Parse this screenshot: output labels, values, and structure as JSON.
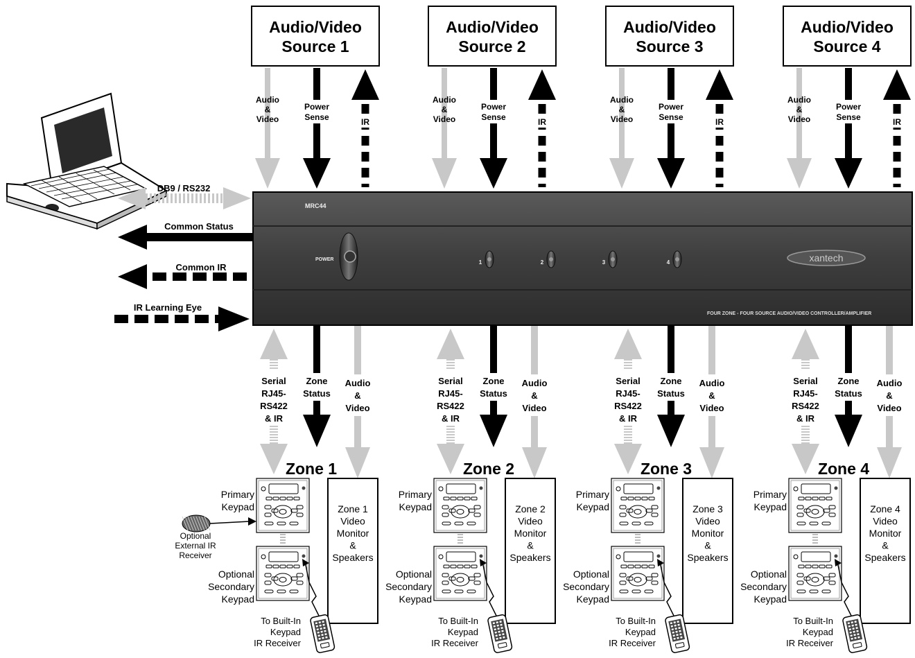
{
  "sources": [
    {
      "line1": "Audio/Video",
      "line2": "Source 1"
    },
    {
      "line1": "Audio/Video",
      "line2": "Source 2"
    },
    {
      "line1": "Audio/Video",
      "line2": "Source 3"
    },
    {
      "line1": "Audio/Video",
      "line2": "Source 4"
    }
  ],
  "top_labels": {
    "av": [
      "Audio",
      "&",
      "Video"
    ],
    "power": [
      "Power",
      "Sense"
    ],
    "ir": "IR"
  },
  "left_labels": {
    "db9": "DB9 / RS232",
    "common_status": "Common Status",
    "common_ir": "Common IR",
    "ir_eye": "IR Learning Eye"
  },
  "unit": {
    "model": "MRC44",
    "power_label": "POWER",
    "source_buttons": [
      "1",
      "2",
      "3",
      "4"
    ],
    "brand": "xantech",
    "description": "FOUR ZONE - FOUR SOURCE AUDIO/VIDEO CONTROLLER/AMPLIFIER"
  },
  "bottom_labels": {
    "serial": [
      "Serial",
      "RJ45-",
      "RS422",
      "& IR"
    ],
    "zone_status": [
      "Zone",
      "Status"
    ],
    "av": [
      "Audio",
      "&",
      "Video"
    ]
  },
  "zones": [
    {
      "title": "Zone 1",
      "monitor": [
        "Zone 1",
        "Video",
        "Monitor",
        "&",
        "Speakers"
      ]
    },
    {
      "title": "Zone 2",
      "monitor": [
        "Zone 2",
        "Video",
        "Monitor",
        "&",
        "Speakers"
      ]
    },
    {
      "title": "Zone 3",
      "monitor": [
        "Zone 3",
        "Video",
        "Monitor",
        "&",
        "Speakers"
      ]
    },
    {
      "title": "Zone 4",
      "monitor": [
        "Zone 4",
        "Video",
        "Monitor",
        "&",
        "Speakers"
      ]
    }
  ],
  "keypads": {
    "primary": [
      "Primary",
      "Keypad"
    ],
    "secondary": [
      "Optional",
      "Secondary",
      "Keypad"
    ],
    "remote": [
      "To Built-In",
      "Keypad",
      "IR Receiver"
    ],
    "external_ir": [
      "Optional",
      "External IR",
      "Receiver"
    ]
  }
}
